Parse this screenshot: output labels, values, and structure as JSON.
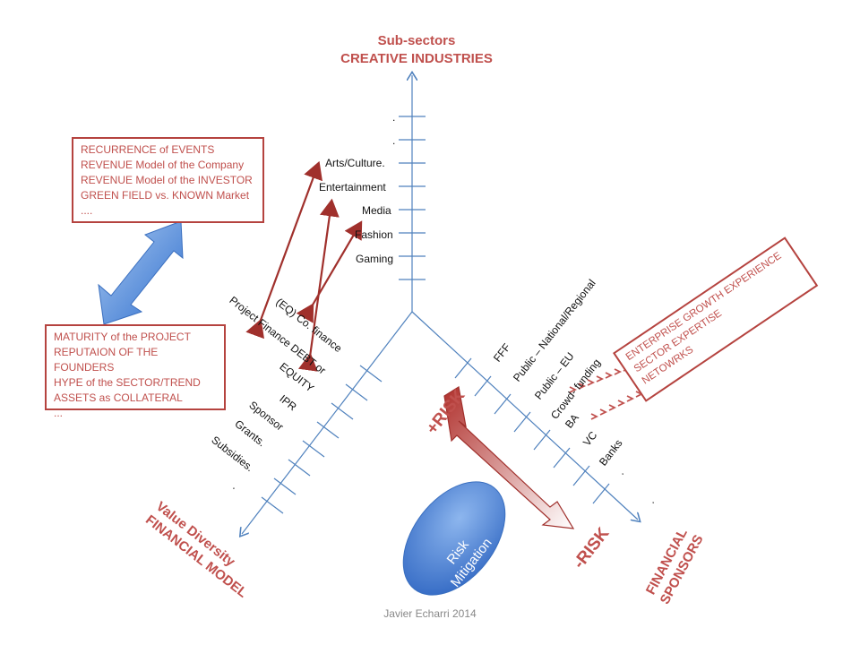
{
  "top_title": {
    "line1": "Sub-sectors",
    "line2": "CREATIVE INDUSTRIES"
  },
  "vertical_axis_items": [
    ".",
    ".",
    "Arts/Culture.",
    "Entertainment",
    "Media",
    "Fashion",
    "Gaming"
  ],
  "left_axis_items": [
    "(EQ) Co. finance",
    "Project Finance DEBT or",
    "EQUITY",
    "IPR",
    "Sponsor",
    "Grants.",
    "Subsidies.",
    "."
  ],
  "right_axis_items": [
    "FFF",
    "Public – National/Regional",
    "Public – EU",
    "Crowd- funding",
    "BA",
    "VC",
    "Banks",
    ".",
    "."
  ],
  "top_left_box": {
    "lines": [
      "RECURRENCE of EVENTS",
      "REVENUE Model of the Company",
      "REVENUE Model of the INVESTOR",
      "GREEN FIELD vs. KNOWN Market",
      "...."
    ]
  },
  "bottom_left_box": {
    "lines": [
      "MATURITY of the PROJECT",
      "REPUTAION OF THE FOUNDERS",
      "HYPE of the SECTOR/TREND",
      "ASSETS as COLLATERAL",
      "..."
    ]
  },
  "right_box": {
    "lines": [
      "ENTERPRISE GROWTH EXPERIENCE",
      "SECTOR EXPERTISE",
      "NETOWRKS"
    ]
  },
  "left_axis_title": {
    "line1": "Value Diversity",
    "line2": "FINANCIAL MODEL"
  },
  "right_axis_title": {
    "line1": "FINANCIAL",
    "line2": "SPONSORS"
  },
  "plus_risk": "+RISK",
  "minus_risk": "-RISK",
  "risk_mitigation": {
    "line1": "Risk",
    "line2": "Mitigation"
  },
  "footer": "Javier Echarri 2014",
  "colors": {
    "axis": "#4f81bd",
    "accent_red": "#c0504d",
    "dark_red": "#a0302c",
    "blue_arrow": "#4a86d6"
  }
}
